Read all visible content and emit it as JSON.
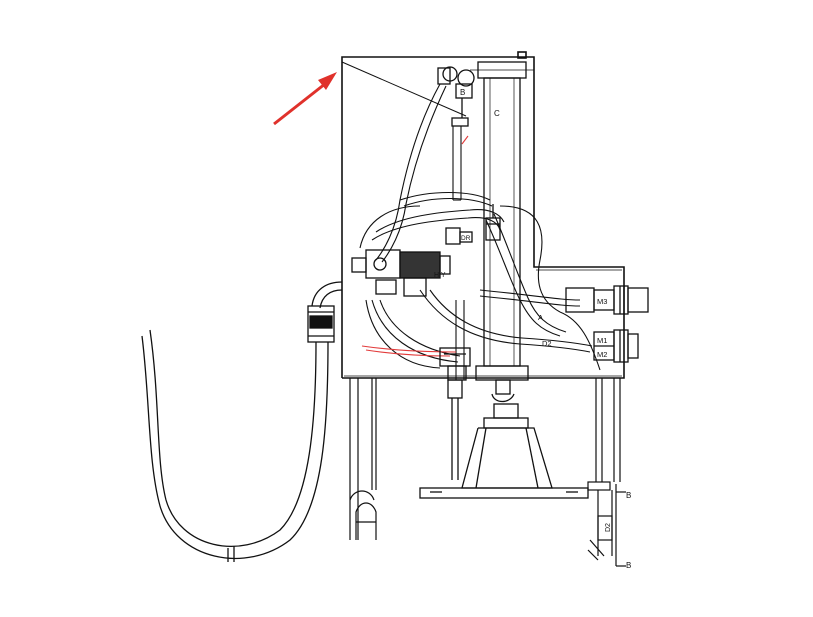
{
  "diagram": {
    "labels": {
      "b": "B",
      "c": "C",
      "dr": "DR",
      "hy": "H Y",
      "m3": "M3",
      "a": "A",
      "d2": "D2",
      "m1": "M1",
      "m2": "M2",
      "b_section_top": "B",
      "b_section_bottom": "B",
      "d2_section": "D2"
    },
    "colors": {
      "line": "#111111",
      "arrow": "#e0312b",
      "highlight": "#e23b3b",
      "background": "#ffffff"
    },
    "icons": {
      "pointer_arrow": "red-arrow-icon"
    }
  }
}
